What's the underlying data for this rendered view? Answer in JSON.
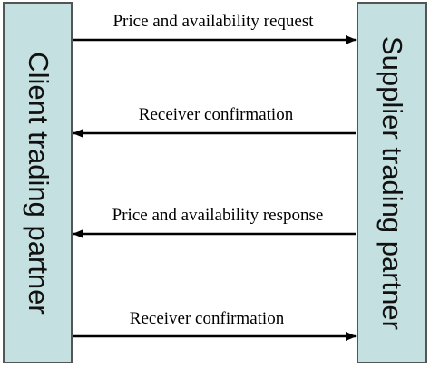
{
  "participants": {
    "client": "Client trading partner",
    "supplier": "Supplier trading partner"
  },
  "messages": [
    {
      "label": "Price and availability request",
      "direction": "client-to-supplier"
    },
    {
      "label": "Receiver confirmation",
      "direction": "supplier-to-client"
    },
    {
      "label": "Price and availability response",
      "direction": "supplier-to-client"
    },
    {
      "label": "Receiver confirmation",
      "direction": "client-to-supplier"
    }
  ],
  "colors": {
    "lane_fill": "#c5e0e0",
    "lane_border": "#555555",
    "arrow": "#000000"
  }
}
